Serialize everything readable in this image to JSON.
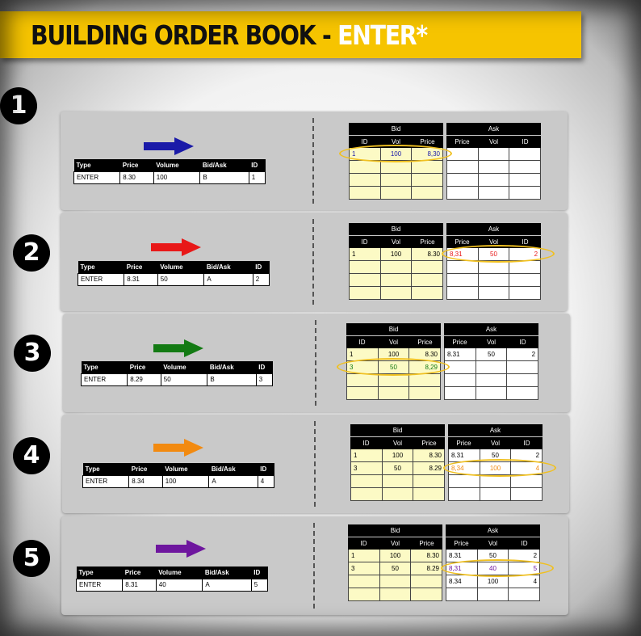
{
  "title": {
    "main": "BUILDING ORDER BOOK - ",
    "accent": "ENTER*"
  },
  "colors": {
    "banner": "#f6c400",
    "highlight_ring": "#f0c020",
    "bid_cell": "#fcfac5"
  },
  "book_labels": {
    "bid": "Bid",
    "ask": "Ask",
    "bid_columns": [
      "ID",
      "Vol",
      "Price"
    ],
    "ask_columns": [
      "Price",
      "Vol",
      "ID"
    ]
  },
  "order_columns": [
    "Type",
    "Price",
    "Volume",
    "Bid/Ask",
    "ID"
  ],
  "steps": [
    {
      "number": "1",
      "arrow_color": "#1a1aa8",
      "arrow_icon": "arrow-right",
      "order": [
        "ENTER",
        "8.30",
        "100",
        "B",
        "1"
      ],
      "bid_rows": [
        {
          "id": "1",
          "vol": "100",
          "price": "8,30",
          "highlight": "#1a1aa8"
        },
        {
          "id": "",
          "vol": "",
          "price": ""
        },
        {
          "id": "",
          "vol": "",
          "price": ""
        },
        {
          "id": "",
          "vol": "",
          "price": ""
        }
      ],
      "ask_rows": [
        {
          "price": "",
          "vol": "",
          "id": ""
        },
        {
          "price": "",
          "vol": "",
          "id": ""
        },
        {
          "price": "",
          "vol": "",
          "id": ""
        },
        {
          "price": "",
          "vol": "",
          "id": ""
        }
      ]
    },
    {
      "number": "2",
      "arrow_color": "#e81818",
      "arrow_icon": "arrow-right",
      "order": [
        "ENTER",
        "8.31",
        "50",
        "A",
        "2"
      ],
      "bid_rows": [
        {
          "id": "1",
          "vol": "100",
          "price": "8.30"
        },
        {
          "id": "",
          "vol": "",
          "price": ""
        },
        {
          "id": "",
          "vol": "",
          "price": ""
        },
        {
          "id": "",
          "vol": "",
          "price": ""
        }
      ],
      "ask_rows": [
        {
          "price": "8,31",
          "vol": "50",
          "id": "2",
          "highlight": "#e81818"
        },
        {
          "price": "",
          "vol": "",
          "id": ""
        },
        {
          "price": "",
          "vol": "",
          "id": ""
        },
        {
          "price": "",
          "vol": "",
          "id": ""
        }
      ]
    },
    {
      "number": "3",
      "arrow_color": "#137a13",
      "arrow_icon": "arrow-right",
      "order": [
        "ENTER",
        "8.29",
        "50",
        "B",
        "3"
      ],
      "bid_rows": [
        {
          "id": "1",
          "vol": "100",
          "price": "8.30"
        },
        {
          "id": "3",
          "vol": "50",
          "price": "8,29",
          "highlight": "#137a13"
        },
        {
          "id": "",
          "vol": "",
          "price": ""
        },
        {
          "id": "",
          "vol": "",
          "price": ""
        }
      ],
      "ask_rows": [
        {
          "price": "8.31",
          "vol": "50",
          "id": "2"
        },
        {
          "price": "",
          "vol": "",
          "id": ""
        },
        {
          "price": "",
          "vol": "",
          "id": ""
        },
        {
          "price": "",
          "vol": "",
          "id": ""
        }
      ]
    },
    {
      "number": "4",
      "arrow_color": "#f28a10",
      "arrow_icon": "arrow-right",
      "order": [
        "ENTER",
        "8.34",
        "100",
        "A",
        "4"
      ],
      "bid_rows": [
        {
          "id": "1",
          "vol": "100",
          "price": "8.30"
        },
        {
          "id": "3",
          "vol": "50",
          "price": "8.29"
        },
        {
          "id": "",
          "vol": "",
          "price": ""
        },
        {
          "id": "",
          "vol": "",
          "price": ""
        }
      ],
      "ask_rows": [
        {
          "price": "8.31",
          "vol": "50",
          "id": "2"
        },
        {
          "price": "8,34",
          "vol": "100",
          "id": "4",
          "highlight": "#f28a10"
        },
        {
          "price": "",
          "vol": "",
          "id": ""
        },
        {
          "price": "",
          "vol": "",
          "id": ""
        }
      ]
    },
    {
      "number": "5",
      "arrow_color": "#6e169e",
      "arrow_icon": "arrow-right",
      "order": [
        "ENTER",
        "8.31",
        "40",
        "A",
        "5"
      ],
      "bid_rows": [
        {
          "id": "1",
          "vol": "100",
          "price": "8.30"
        },
        {
          "id": "3",
          "vol": "50",
          "price": "8.29"
        },
        {
          "id": "",
          "vol": "",
          "price": ""
        },
        {
          "id": "",
          "vol": "",
          "price": ""
        }
      ],
      "ask_rows": [
        {
          "price": "8.31",
          "vol": "50",
          "id": "2"
        },
        {
          "price": "8,31",
          "vol": "40",
          "id": "5",
          "highlight": "#6e169e"
        },
        {
          "price": "8.34",
          "vol": "100",
          "id": "4"
        },
        {
          "price": "",
          "vol": "",
          "id": ""
        }
      ]
    }
  ]
}
